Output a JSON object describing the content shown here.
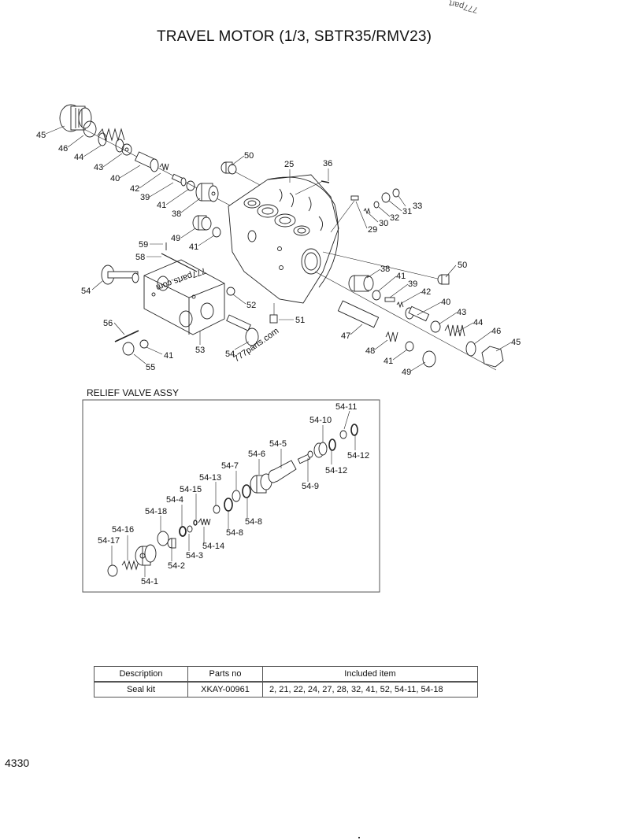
{
  "page": {
    "title": "TRAVEL MOTOR (1/3, SBTR35/RMV23)",
    "watermark_top": "777part",
    "watermark_text": "777parts.com",
    "page_number": "4330"
  },
  "main_diagram": {
    "callouts": [
      "45",
      "46",
      "44",
      "43",
      "40",
      "42",
      "39",
      "41",
      "38",
      "50",
      "25",
      "36",
      "33",
      "31",
      "32",
      "30",
      "29",
      "49",
      "41",
      "59",
      "58",
      "54",
      "52",
      "51",
      "56",
      "41",
      "53",
      "54",
      "55",
      "50",
      "38",
      "41",
      "39",
      "42",
      "40",
      "43",
      "44",
      "46",
      "45",
      "47",
      "48",
      "41",
      "49"
    ]
  },
  "relief_valve": {
    "title": "RELIEF VALVE ASSY",
    "callouts": [
      "54-11",
      "54-10",
      "54-12",
      "54-12",
      "54-5",
      "54-6",
      "54-9",
      "54-7",
      "54-13",
      "54-15",
      "54-4",
      "54-18",
      "54-8",
      "54-8",
      "54-16",
      "54-17",
      "54-14",
      "54-3",
      "54-2",
      "54-1"
    ]
  },
  "seal_kit_table": {
    "headers": [
      "Description",
      "Parts no",
      "Included item"
    ],
    "rows": [
      [
        "Seal kit",
        "XKAY-00961",
        "2, 21, 22, 24, 27, 28, 32, 41, 52, 54-11, 54-18"
      ]
    ]
  }
}
